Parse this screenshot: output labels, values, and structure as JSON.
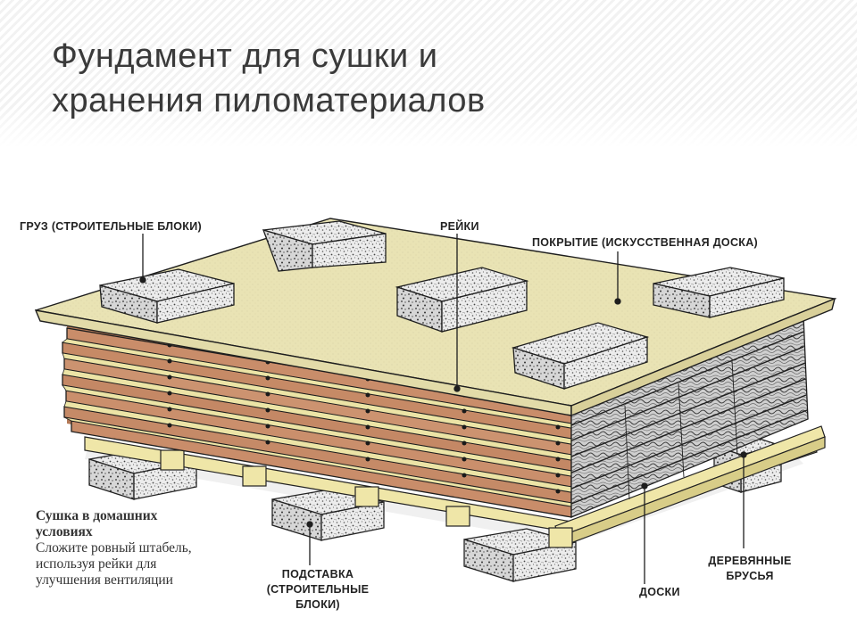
{
  "slide": {
    "title_line1": "Фундамент для сушки и",
    "title_line2": "хранения пиломатериалов"
  },
  "labels": {
    "weight": "ГРУЗ (СТРОИТЕЛЬНЫЕ БЛОКИ)",
    "slats": "РЕЙКИ",
    "cover": "ПОКРЫТИЕ (ИСКУССТВЕННАЯ ДОСКА)",
    "stand_line1": "ПОДСТАВКА",
    "stand_line2": "(СТРОИТЕЛЬНЫЕ",
    "stand_line3": "БЛОКИ)",
    "boards": "ДОСКИ",
    "beams_line1": "ДЕРЕВЯННЫЕ",
    "beams_line2": "БРУСЬЯ"
  },
  "note": {
    "title_line1": "Сушка в домашних",
    "title_line2": "условиях",
    "body_line1": "Сложите ровный штабель,",
    "body_line2": "используя рейки для",
    "body_line3": "улучшения вентиляции"
  },
  "colors": {
    "cover": "#e9e3b4",
    "board": "#c98d6a",
    "slat": "#ece4a6",
    "block": "#e6e6e6",
    "ink": "#222222"
  }
}
